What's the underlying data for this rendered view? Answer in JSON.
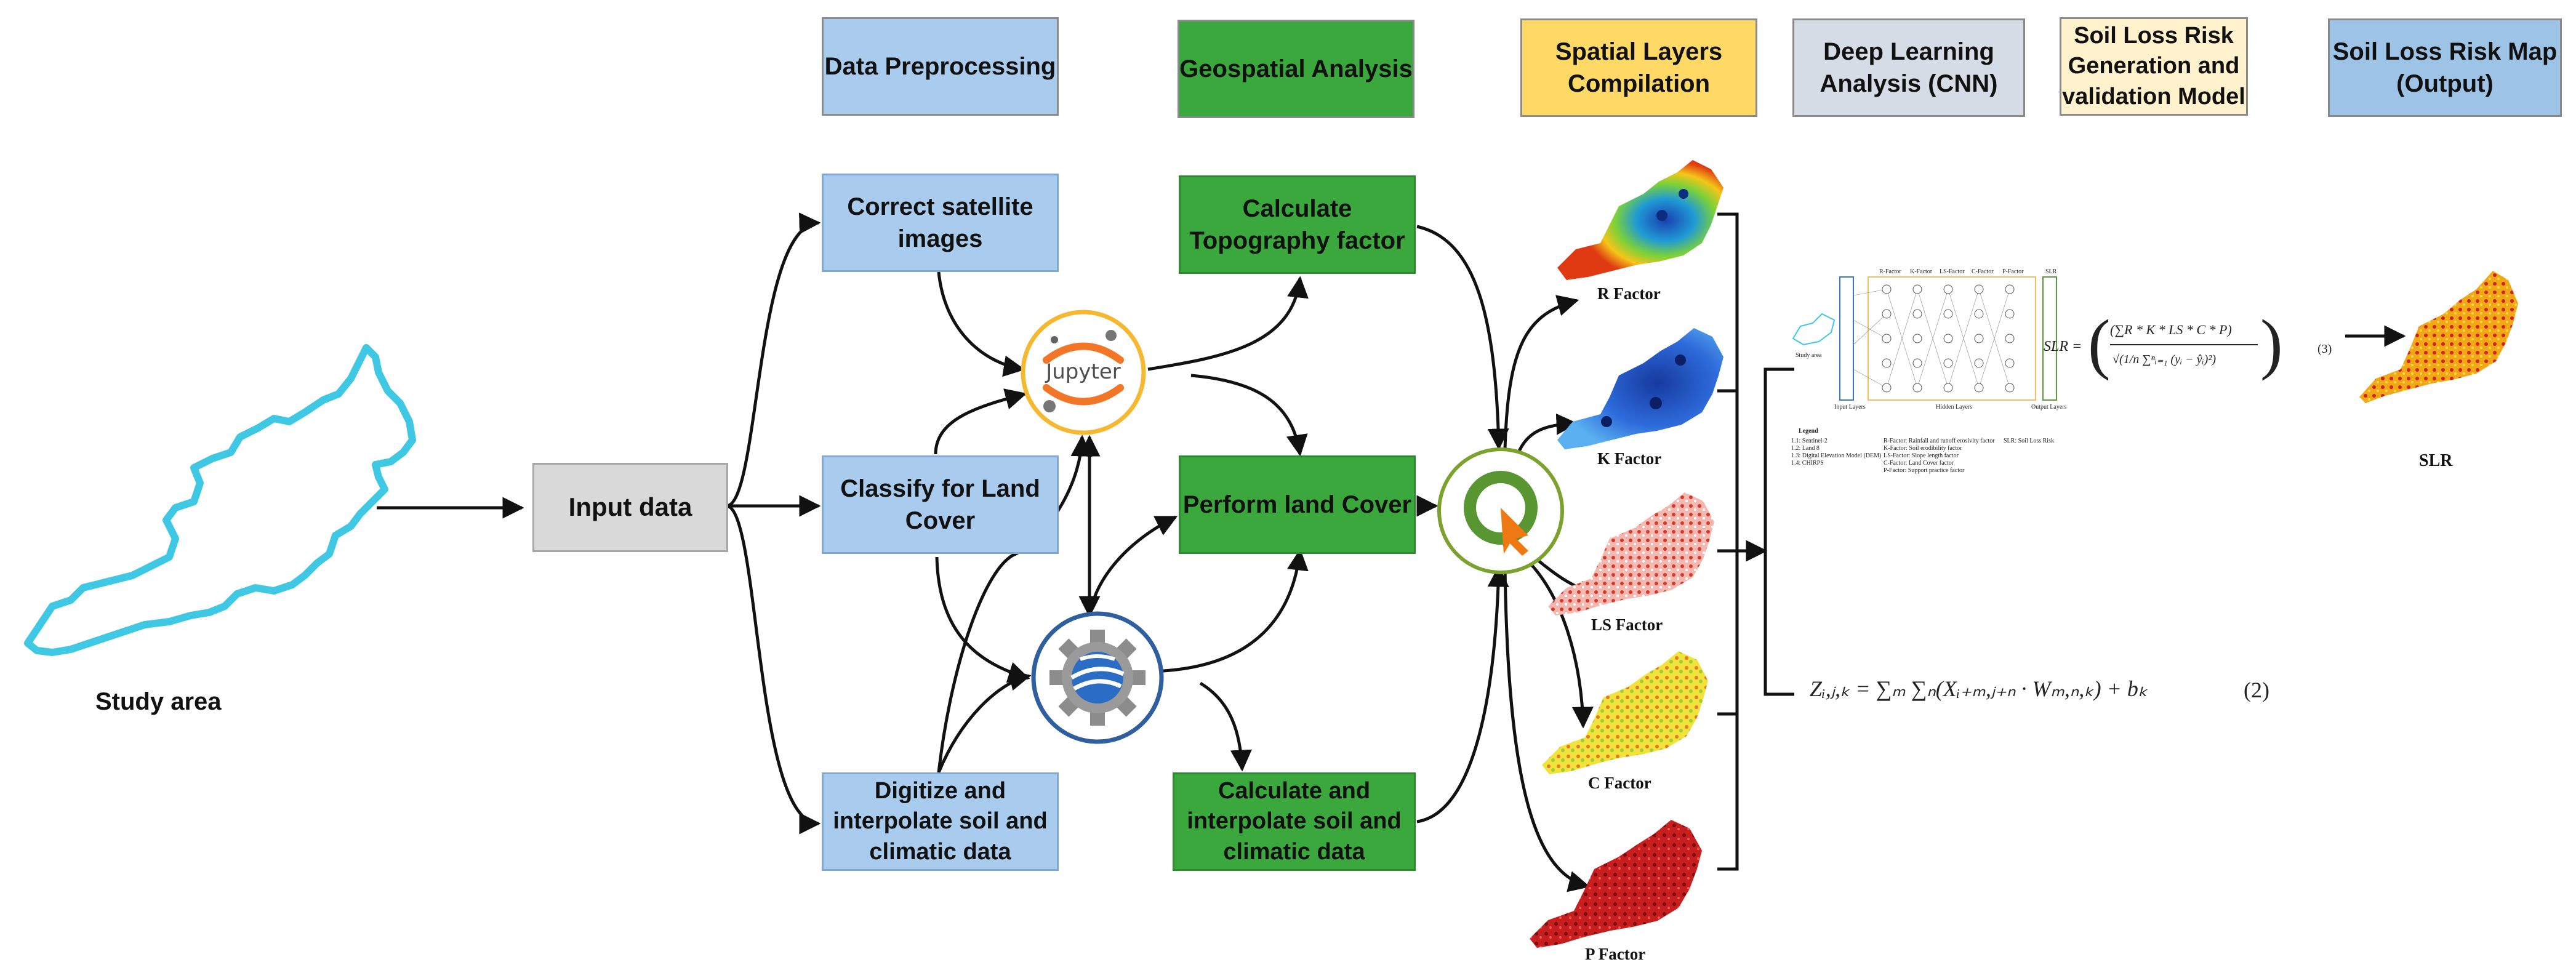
{
  "headers": {
    "data_preprocessing": "Data Preprocessing",
    "geospatial_analysis": "Geospatial Analysis",
    "spatial_layers": "Spatial Layers Compilation",
    "deep_learning": "Deep Learning Analysis (CNN)",
    "soil_loss_risk_model": "Soil Loss Risk Generation and validation Model",
    "soil_loss_map": "Soil Loss Risk Map (Output)"
  },
  "header_colors": {
    "data_preprocessing": "#a9cbed",
    "geospatial_analysis": "#3aa83c",
    "spatial_layers": "#ffd966",
    "deep_learning": "#d6dce5",
    "soil_loss_risk_model": "#fff2cc",
    "soil_loss_map": "#9dc3e6"
  },
  "study_area": {
    "label": "Study area"
  },
  "input": {
    "label": "Input  data"
  },
  "preprocessing": {
    "correct": "Correct satellite images",
    "classify": "Classify for Land Cover",
    "digitize": "Digitize and interpolate soil and climatic data"
  },
  "geospatial": {
    "topography": "Calculate Topography factor",
    "land_cover": "Perform land Cover",
    "interpolate": "Calculate and interpolate soil and climatic data"
  },
  "tools": {
    "jupyter_text": "Jupyter",
    "jupyter_icon": "jupyter-icon",
    "gee_icon": "earth-engine-gear-icon",
    "qgis_icon": "qgis-icon"
  },
  "factors": {
    "r": "R Factor",
    "k": "K Factor",
    "ls": "LS Factor",
    "c": "C Factor",
    "p": "P Factor"
  },
  "cnn": {
    "input_caption": "Study area",
    "input_layers": "Input Layers",
    "hidden_layers": "Hidden Layers",
    "output_layers": "Output Layers",
    "columns": [
      "R-Factor",
      "K-Factor",
      "LS-Factor",
      "C-Factor",
      "P-Factor",
      "SLR"
    ],
    "legend_title": "Legend",
    "legend_col1": [
      "1.1: Sentinel-2",
      "1.2: Land 8",
      "1.3: Digital Elevation Model (DEM)",
      "1.4: CHIRPS"
    ],
    "legend_col2": [
      "R-Factor: Rainfall and runoff erosivity factor",
      "K-Factor: Soil erodibility factor",
      "LS-Factor: Slope length factor",
      "C-Factor: Land Cover factor",
      "P-Factor: Support practice factor"
    ],
    "legend_col3": [
      "SLR: Soil Loss Risk"
    ]
  },
  "equations": {
    "slr_lhs": "SLR =",
    "slr_num": "(∑R * K * LS * C * P)",
    "slr_den": "√(1/n ∑ⁿᵢ₌₁ (yᵢ − ŷᵢ)²)",
    "slr_number": "(3)",
    "conv": "Zᵢ,ⱼ,ₖ = ∑ₘ ∑ₙ(Xᵢ₊ₘ,ⱼ₊ₙ · Wₘ,ₙ,ₖ) + bₖ",
    "conv_number": "(2)"
  },
  "output": {
    "label": "SLR"
  }
}
